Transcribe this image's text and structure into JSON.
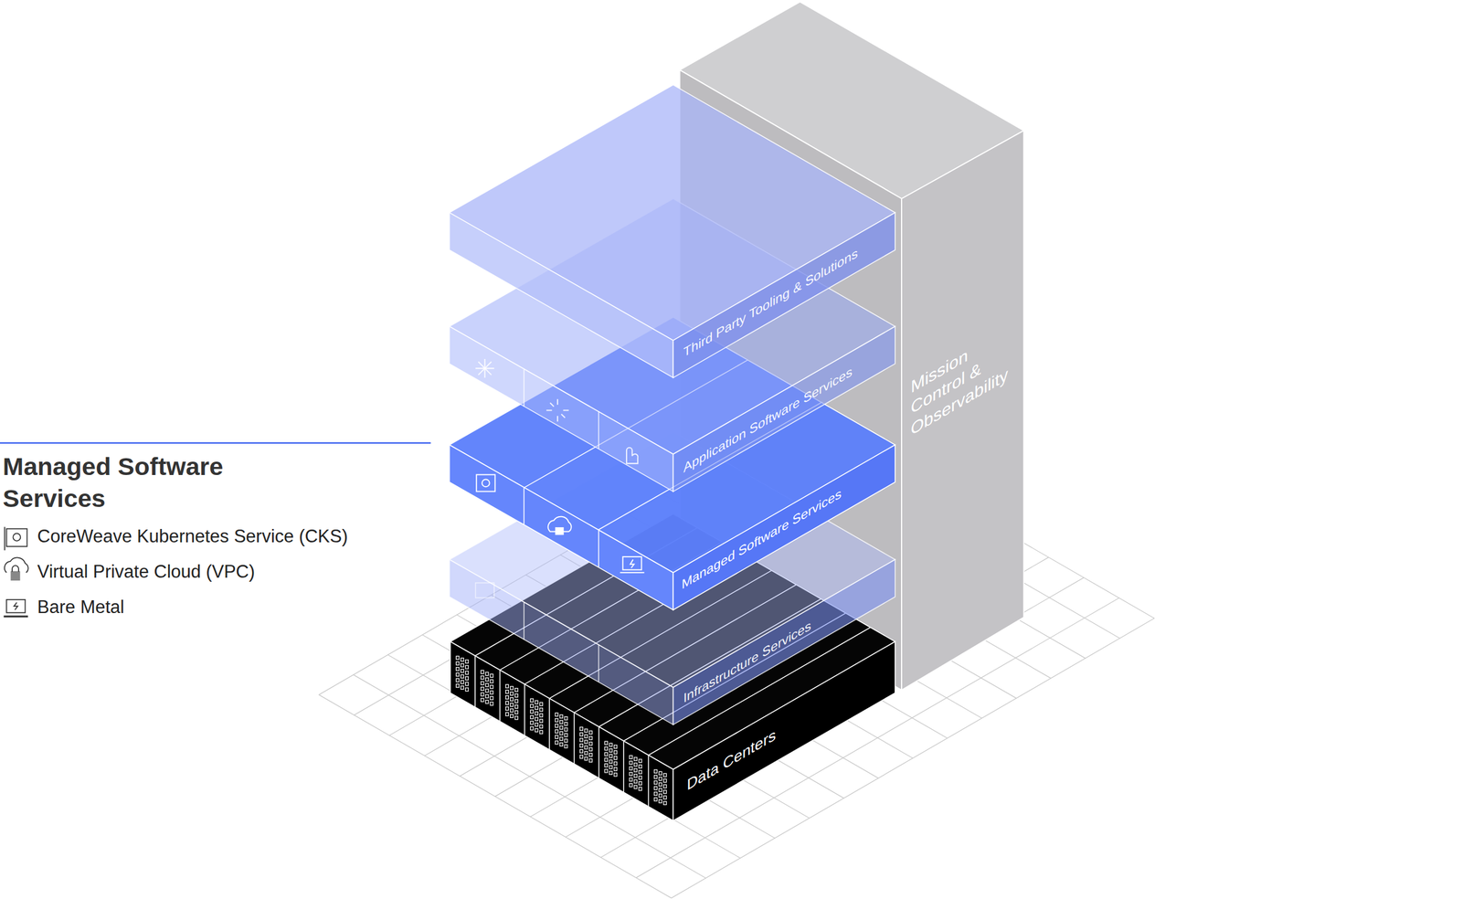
{
  "diagram": {
    "title": "Managed Software Services",
    "nodes": [
      {
        "text": [
          "Third Party Tooling & Solutions"
        ]
      },
      {
        "text": [
          "Application Software Services"
        ]
      },
      {
        "text": [
          "Managed Software Services"
        ]
      },
      {
        "text": [
          "Infrastructure Services"
        ]
      },
      {
        "text": [
          "Data Centers"
        ]
      },
      {
        "text": [
          "Mission Control & Observability"
        ]
      }
    ],
    "legend": [
      {
        "text": "CoreWeave Kubernetes Service (CKS)"
      },
      {
        "text": "Virtual Private Cloud (VPC)"
      },
      {
        "text": "Bare Metal"
      }
    ]
  }
}
